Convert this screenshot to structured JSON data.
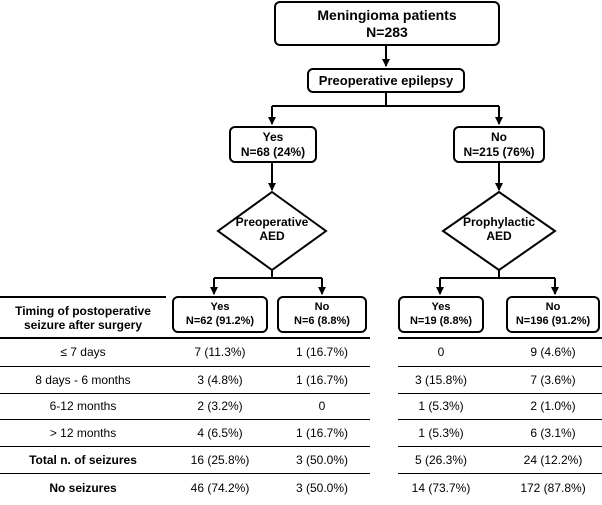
{
  "top_box": {
    "line1": "Meningioma patients",
    "line2": "N=283"
  },
  "preop_box": {
    "label": "Preoperative epilepsy"
  },
  "yes_branch": {
    "line1": "Yes",
    "line2": "N=68 (24%)"
  },
  "no_branch": {
    "line1": "No",
    "line2": "N=215 (76%)"
  },
  "left_diamond": {
    "line1": "Preoperative",
    "line2": "AED"
  },
  "right_diamond": {
    "line1": "Prophylactic",
    "line2": "AED"
  },
  "table": {
    "header": {
      "line1": "Timing of postoperative",
      "line2": "seizure after surgery"
    },
    "columns": [
      {
        "line1": "Yes",
        "line2": "N=62 (91.2%)"
      },
      {
        "line1": "No",
        "line2": "N=6 (8.8%)"
      },
      {
        "line1": "Yes",
        "line2": "N=19 (8.8%)"
      },
      {
        "line1": "No",
        "line2": "N=196 (91.2%)"
      }
    ],
    "rows": [
      {
        "label": "≤ 7 days",
        "values": [
          "7 (11.3%)",
          "1 (16.7%)",
          "0",
          "9 (4.6%)"
        ]
      },
      {
        "label": "8 days - 6 months",
        "values": [
          "3 (4.8%)",
          "1 (16.7%)",
          "3 (15.8%)",
          "7 (3.6%)"
        ]
      },
      {
        "label": "6-12 months",
        "values": [
          "2 (3.2%)",
          "0",
          "1 (5.3%)",
          "2 (1.0%)"
        ]
      },
      {
        "label": "> 12 months",
        "values": [
          "4 (6.5%)",
          "1 (16.7%)",
          "1 (5.3%)",
          "6 (3.1%)"
        ]
      },
      {
        "label": "Total n. of seizures",
        "values": [
          "16 (25.8%)",
          "3 (50.0%)",
          "5 (26.3%)",
          "24 (12.2%)"
        ]
      },
      {
        "label": "No seizures",
        "values": [
          "46 (74.2%)",
          "3 (50.0%)",
          "14 (73.7%)",
          "172 (87.8%)"
        ]
      }
    ]
  }
}
